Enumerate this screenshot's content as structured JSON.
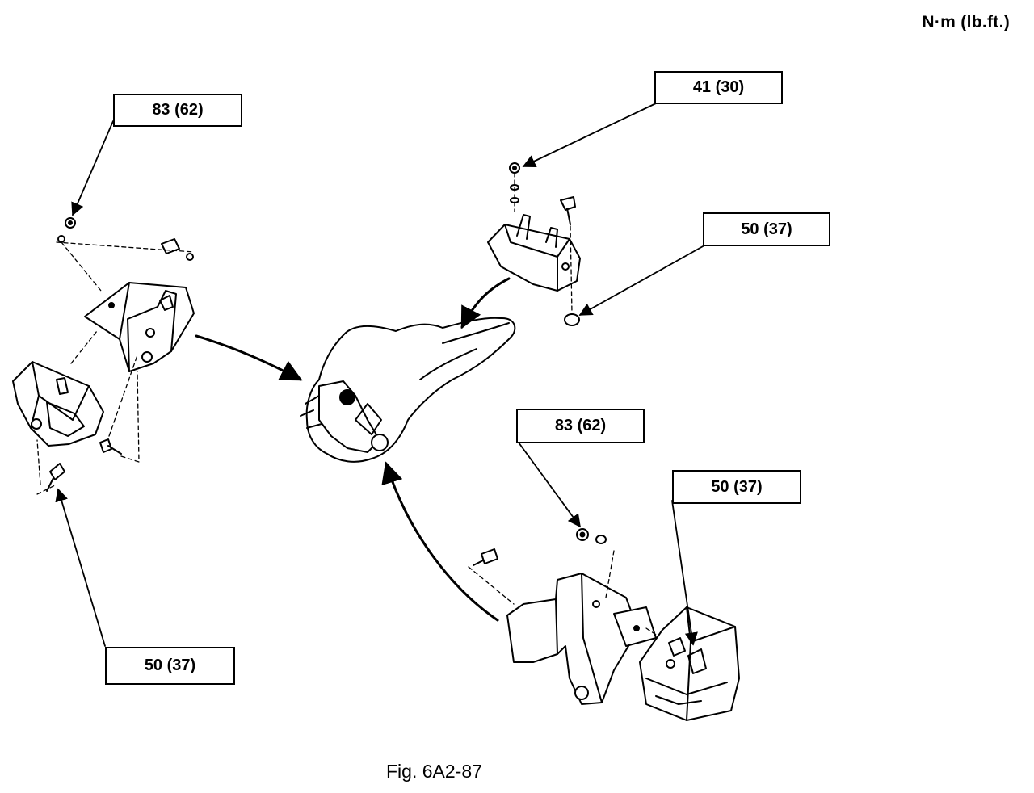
{
  "units": "N·m (lb.ft.)",
  "caption": "Fig. 6A2-87",
  "callouts": [
    {
      "id": "left-upper",
      "text": "83 (62)"
    },
    {
      "id": "left-lower",
      "text": "50 (37)"
    },
    {
      "id": "rear-top",
      "text": "41 (30)"
    },
    {
      "id": "rear-right",
      "text": "50 (37)"
    },
    {
      "id": "right-bracket",
      "text": "83 (62)"
    },
    {
      "id": "right-mount",
      "text": "50 (37)"
    }
  ]
}
